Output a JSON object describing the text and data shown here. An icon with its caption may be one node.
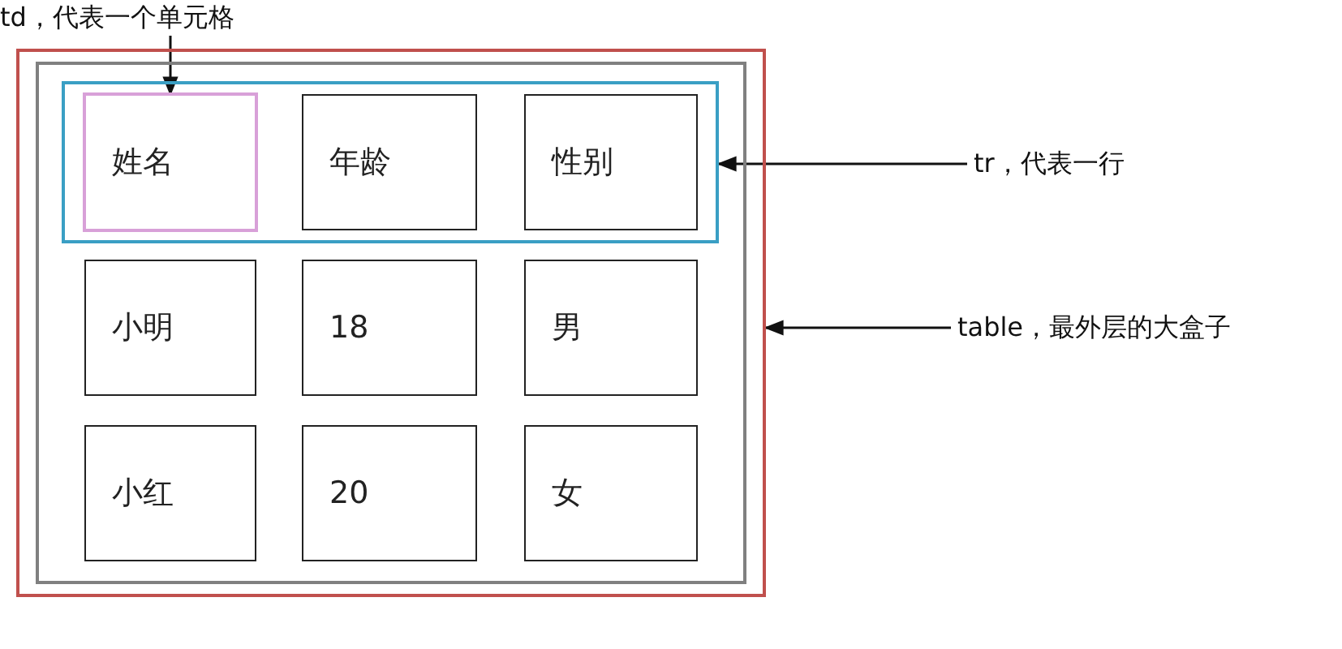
{
  "diagram": {
    "nodes": [
      {
        "text": [],
        "shape": "box"
      },
      {
        "text": [],
        "shape": "box",
        "in": 0
      },
      {
        "text": [],
        "shape": "box",
        "in": 1
      },
      {
        "text": [
          "姓名"
        ],
        "in": 2
      },
      {
        "text": [
          "年龄"
        ],
        "in": 2
      },
      {
        "text": [
          "性别"
        ],
        "in": 2
      },
      {
        "text": [
          "小明"
        ],
        "in": 1
      },
      {
        "text": [
          "18"
        ],
        "in": 1
      },
      {
        "text": [
          "男"
        ],
        "in": 1
      },
      {
        "text": [
          "小红"
        ],
        "in": 1
      },
      {
        "text": [
          "20"
        ],
        "in": 1
      },
      {
        "text": [
          "女"
        ],
        "in": 1
      },
      {
        "text": [
          "td，代表一个单元格"
        ]
      },
      {
        "text": [
          "tr，代表一行"
        ]
      },
      {
        "text": [
          "table，最外层的大盒子"
        ]
      }
    ],
    "edges": [
      {
        "from": 12,
        "to": 3,
        "arrow": "to"
      },
      {
        "from": 13,
        "to": 2,
        "arrow": "to"
      },
      {
        "from": 14,
        "to": 0,
        "arrow": "to"
      }
    ]
  }
}
